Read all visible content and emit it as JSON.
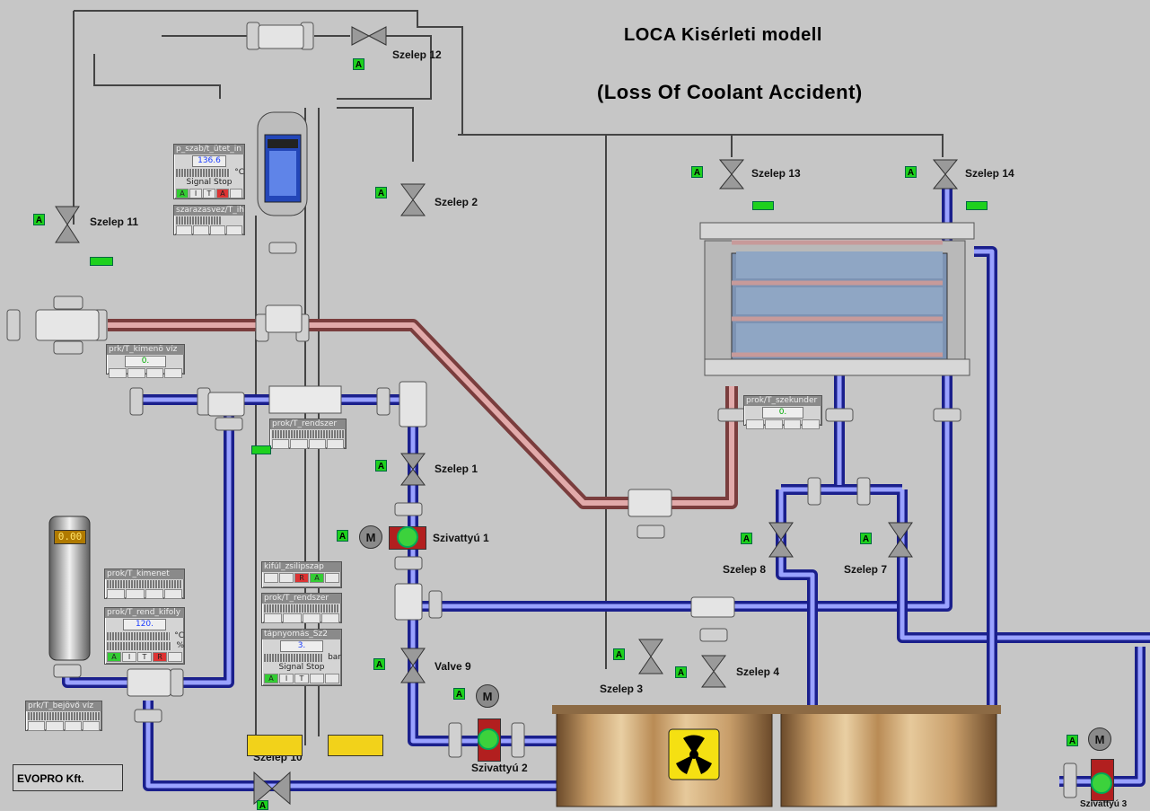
{
  "title": {
    "line1": "LOCA Kisérleti modell",
    "line2": "(Loss Of Coolant Accident)"
  },
  "footer": {
    "company": "EVOPRO Kft."
  },
  "mode_badge": "A",
  "valves": [
    {
      "id": "szelep12",
      "label": "Szelep 12"
    },
    {
      "id": "szelep11",
      "label": "Szelep 11"
    },
    {
      "id": "szelep2",
      "label": "Szelep 2"
    },
    {
      "id": "szelep13",
      "label": "Szelep 13"
    },
    {
      "id": "szelep14",
      "label": "Szelep 14"
    },
    {
      "id": "szelep1",
      "label": "Szelep 1"
    },
    {
      "id": "szelep8",
      "label": "Szelep 8"
    },
    {
      "id": "szelep7",
      "label": "Szelep 7"
    },
    {
      "id": "valve9",
      "label": "Valve 9"
    },
    {
      "id": "szelep3",
      "label": "Szelep 3"
    },
    {
      "id": "szelep4",
      "label": "Szelep 4"
    },
    {
      "id": "szelep10",
      "label": "Szelep 10"
    }
  ],
  "pumps": [
    {
      "id": "p1",
      "label": "Szivattyú 1"
    },
    {
      "id": "p2",
      "label": "Szivattyú 2"
    },
    {
      "id": "p3",
      "label": "Szivattyú 3"
    }
  ],
  "motor_label": "M",
  "heater_display": "0.00",
  "panels": {
    "vessel": {
      "header": "p_szab/t_ütet_in",
      "value": "136.6",
      "unit": "°C",
      "status": "Signal Stop",
      "flags": [
        "A",
        "I",
        "T",
        "A"
      ]
    },
    "vessel2": {
      "header": "szarazasvez/T_ih"
    },
    "hideg_ag": {
      "header": "prk/T_kimenö víz",
      "value": "0."
    },
    "primary": {
      "header": "prok/T_rendszer"
    },
    "secondary": {
      "header": "prok/T_szekunder",
      "value": "0."
    },
    "kimenet": {
      "header": "prok/T_kimenet"
    },
    "flow": {
      "header": "prok/T_rend_kifoly",
      "value": "120.",
      "unit1": "°C",
      "unit2": "%",
      "flags": [
        "A",
        "I",
        "T",
        "R"
      ]
    },
    "mid1": {
      "header": "kifúl_zsilipszap",
      "flags": [
        "R",
        "A"
      ]
    },
    "mid2": {
      "header": "prok/T_rendszer"
    },
    "pressure": {
      "header": "tápnyomás_Sz2",
      "value": "3.",
      "unit": "bar",
      "status": "Signal Stop",
      "flags": [
        "A",
        "I",
        "T"
      ]
    },
    "bejovo": {
      "header": "prk/T_bejövő víz"
    }
  }
}
